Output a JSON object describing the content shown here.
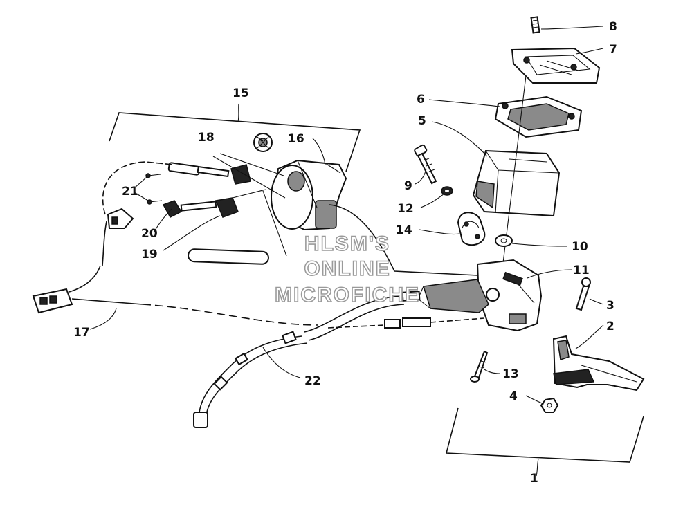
{
  "callouts": [
    {
      "id": "1",
      "text": "1"
    },
    {
      "id": "2",
      "text": "2"
    },
    {
      "id": "3",
      "text": "3"
    },
    {
      "id": "4",
      "text": "4"
    },
    {
      "id": "5",
      "text": "5"
    },
    {
      "id": "6",
      "text": "6"
    },
    {
      "id": "7",
      "text": "7"
    },
    {
      "id": "8",
      "text": "8"
    },
    {
      "id": "9",
      "text": "9"
    },
    {
      "id": "10",
      "text": "10"
    },
    {
      "id": "11",
      "text": "11"
    },
    {
      "id": "12",
      "text": "12"
    },
    {
      "id": "13",
      "text": "13"
    },
    {
      "id": "14",
      "text": "14"
    },
    {
      "id": "15",
      "text": "15"
    },
    {
      "id": "16",
      "text": "16"
    },
    {
      "id": "17",
      "text": "17"
    },
    {
      "id": "18",
      "text": "18"
    },
    {
      "id": "19",
      "text": "19"
    },
    {
      "id": "20",
      "text": "20"
    },
    {
      "id": "21",
      "text": "21"
    },
    {
      "id": "22",
      "text": "22"
    }
  ],
  "watermark": {
    "line1": "HLSM'S",
    "line2": "ONLINE",
    "line3": "MICROFICHE"
  }
}
